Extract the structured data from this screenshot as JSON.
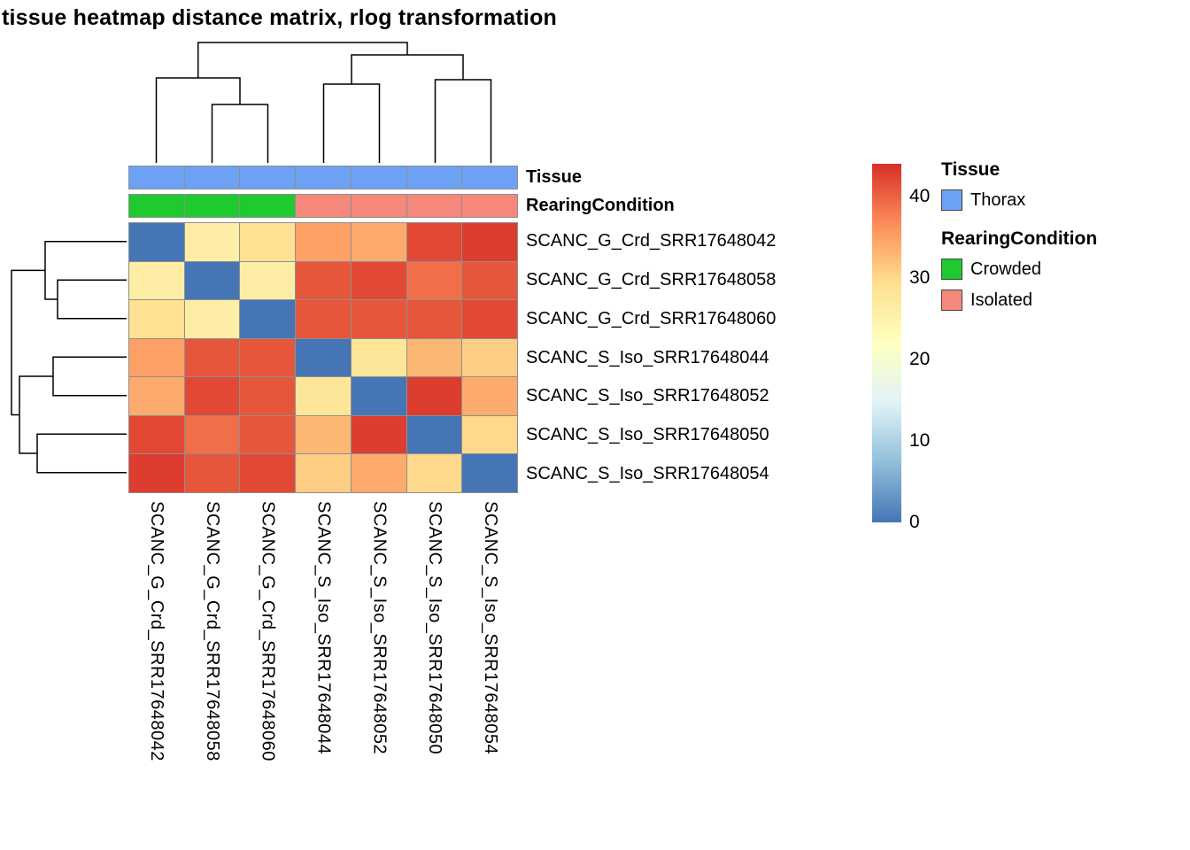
{
  "title": "tissue heatmap distance matrix, rlog transformation",
  "annotations": {
    "tissue_label": "Tissue",
    "rearing_label": "RearingCondition"
  },
  "chart_data": {
    "type": "heatmap",
    "title": "tissue heatmap distance matrix, rlog transformation",
    "labels": [
      "SCANC_G_Crd_SRR17648042",
      "SCANC_G_Crd_SRR17648058",
      "SCANC_G_Crd_SRR17648060",
      "SCANC_S_Iso_SRR17648044",
      "SCANC_S_Iso_SRR17648052",
      "SCANC_S_Iso_SRR17648050",
      "SCANC_S_Iso_SRR17648054"
    ],
    "matrix": [
      [
        0,
        26,
        29,
        35,
        34,
        42,
        43
      ],
      [
        26,
        0,
        26,
        41,
        42,
        39,
        41
      ],
      [
        29,
        26,
        0,
        41,
        41,
        41,
        42
      ],
      [
        35,
        41,
        41,
        0,
        28,
        33,
        31
      ],
      [
        34,
        42,
        41,
        28,
        0,
        43,
        34
      ],
      [
        42,
        39,
        41,
        33,
        43,
        0,
        30
      ],
      [
        43,
        41,
        42,
        31,
        34,
        30,
        0
      ]
    ],
    "scale": {
      "min": 0,
      "max": 44,
      "ticks": [
        40,
        30,
        20,
        10,
        0
      ]
    },
    "palette_low_to_high": [
      "#4575B4",
      "#91BFDB",
      "#E0F3F8",
      "#FFFFBF",
      "#FEE090",
      "#FC8D59",
      "#D73027"
    ],
    "column_annotations": {
      "Tissue": [
        "Thorax",
        "Thorax",
        "Thorax",
        "Thorax",
        "Thorax",
        "Thorax",
        "Thorax"
      ],
      "RearingCondition": [
        "Crowded",
        "Crowded",
        "Crowded",
        "Isolated",
        "Isolated",
        "Isolated",
        "Isolated"
      ]
    },
    "annotation_colors": {
      "Thorax": "#6DA1F3",
      "Crowded": "#1FC930",
      "Isolated": "#F5877B"
    },
    "row_cluster_order_groups": [
      [
        "SCANC_G_Crd_SRR17648042",
        [
          "SCANC_G_Crd_SRR17648058",
          "SCANC_G_Crd_SRR17648060"
        ]
      ],
      [
        [
          "SCANC_S_Iso_SRR17648044",
          "SCANC_S_Iso_SRR17648052"
        ],
        [
          "SCANC_S_Iso_SRR17648050",
          "SCANC_S_Iso_SRR17648054"
        ]
      ]
    ],
    "legend_position": "right",
    "grid": "gray cell borders"
  },
  "colorbar": {
    "ticks": [
      "40",
      "30",
      "20",
      "10",
      "0"
    ]
  },
  "legend": {
    "sections": [
      {
        "header": "Tissue",
        "items": [
          {
            "label": "Thorax",
            "color": "#6DA1F3"
          }
        ]
      },
      {
        "header": "RearingCondition",
        "items": [
          {
            "label": "Crowded",
            "color": "#1FC930"
          },
          {
            "label": "Isolated",
            "color": "#F5877B"
          }
        ]
      }
    ]
  }
}
